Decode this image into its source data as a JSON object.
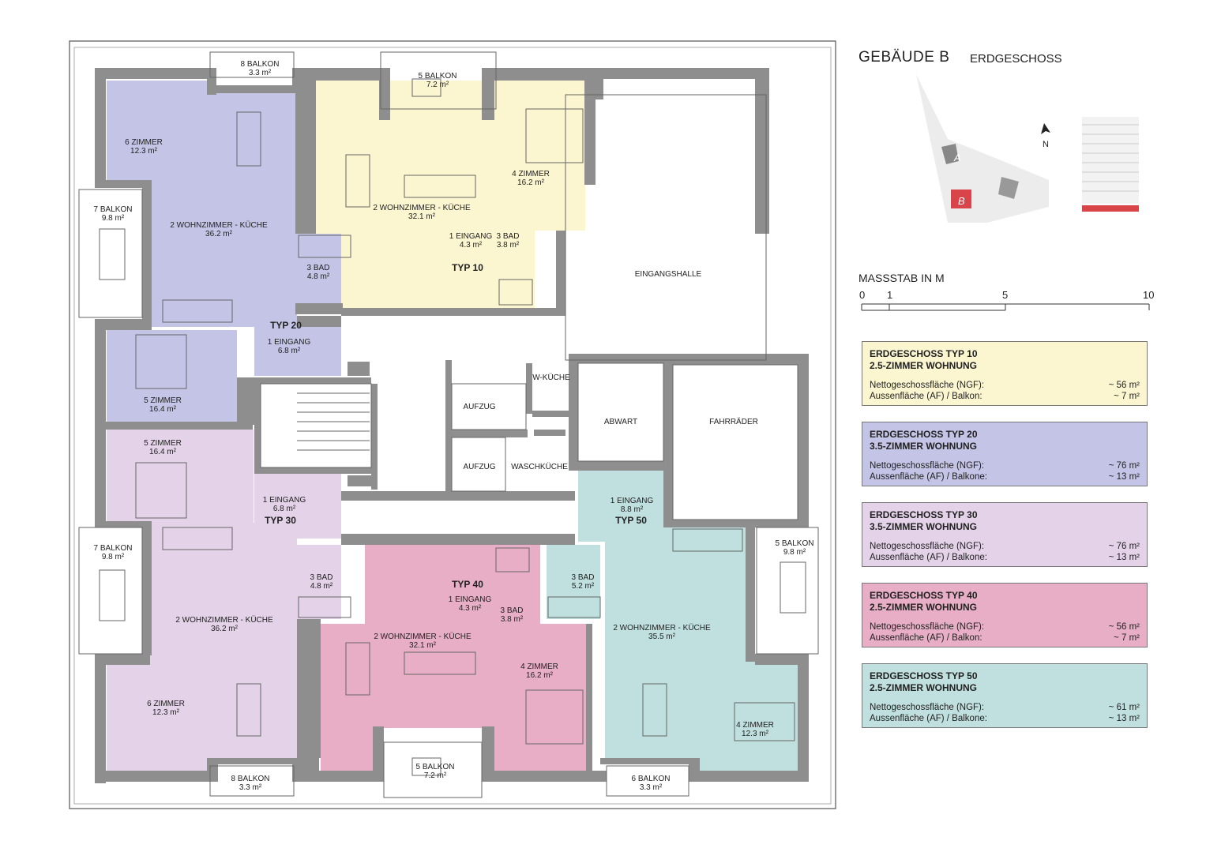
{
  "header": {
    "building": "GEBÄUDE B",
    "floor": "ERDGESCHOSS"
  },
  "site": {
    "building_a": "A",
    "building_b": "B",
    "north": "N"
  },
  "scale": {
    "title": "MASSSTAB IN M",
    "ticks": [
      "0",
      "1",
      "5",
      "10"
    ]
  },
  "colors": {
    "typ10": "#fbf6cf",
    "typ20": "#c3c4e6",
    "typ30": "#e3d2e8",
    "typ40": "#e8aec6",
    "typ50": "#bfe0de",
    "wall": "#8e8e8e",
    "highlight": "#d9444b"
  },
  "legend": [
    {
      "title": "ERDGESCHOSS TYP 10",
      "subtitle": "2.5-ZIMMER WOHNUNG",
      "ngf_label": "Nettogeschossfläche (NGF):",
      "ngf_value": "~ 56 m²",
      "af_label": "Aussenfläche (AF) / Balkon:",
      "af_value": "~ 7 m²",
      "color": "#fbf6cf"
    },
    {
      "title": "ERDGESCHOSS TYP 20",
      "subtitle": "3.5-ZIMMER WOHNUNG",
      "ngf_label": "Nettogeschossfläche (NGF):",
      "ngf_value": "~ 76 m²",
      "af_label": "Aussenfläche (AF) / Balkone:",
      "af_value": "~ 13 m²",
      "color": "#c3c4e6"
    },
    {
      "title": "ERDGESCHOSS TYP 30",
      "subtitle": "3.5-ZIMMER WOHNUNG",
      "ngf_label": "Nettogeschossfläche (NGF):",
      "ngf_value": "~ 76 m²",
      "af_label": "Aussenfläche (AF) / Balkone:",
      "af_value": "~ 13 m²",
      "color": "#e3d2e8"
    },
    {
      "title": "ERDGESCHOSS TYP 40",
      "subtitle": "2.5-ZIMMER WOHNUNG",
      "ngf_label": "Nettogeschossfläche (NGF):",
      "ngf_value": "~ 56 m²",
      "af_label": "Aussenfläche (AF) / Balkon:",
      "af_value": "~ 7 m²",
      "color": "#e8aec6"
    },
    {
      "title": "ERDGESCHOSS TYP 50",
      "subtitle": "2.5-ZIMMER WOHNUNG",
      "ngf_label": "Nettogeschossfläche (NGF):",
      "ngf_value": "~ 61 m²",
      "af_label": "Aussenfläche (AF) / Balkone:",
      "af_value": "~ 13 m²",
      "color": "#bfe0de"
    }
  ],
  "plan": {
    "typ10": "TYP 10",
    "typ20": "TYP 20",
    "typ30": "TYP 30",
    "typ40": "TYP 40",
    "typ50": "TYP 50",
    "t10_balkon": "5 BALKON",
    "t10_balkon_a": "7.2 m²",
    "t10_wohn": "2 WOHNZIMMER - KÜCHE",
    "t10_wohn_a": "32.1 m²",
    "t10_zimmer": "4 ZIMMER",
    "t10_zimmer_a": "16.2 m²",
    "t10_eingang": "1 EINGANG",
    "t10_eingang_a": "4.3 m²",
    "t10_bad": "3 BAD",
    "t10_bad_a": "3.8 m²",
    "t20_balkon8": "8 BALKON",
    "t20_balkon8_a": "3.3 m²",
    "t20_zimmer6": "6 ZIMMER",
    "t20_zimmer6_a": "12.3 m²",
    "t20_balkon7": "7 BALKON",
    "t20_balkon7_a": "9.8 m²",
    "t20_wohn": "2 WOHNZIMMER - KÜCHE",
    "t20_wohn_a": "36.2 m²",
    "t20_bad": "3 BAD",
    "t20_bad_a": "4.8 m²",
    "t20_eingang": "1 EINGANG",
    "t20_eingang_a": "6.8 m²",
    "t20_zimmer5": "5 ZIMMER",
    "t20_zimmer5_a": "16.4 m²",
    "t30_zimmer5": "5 ZIMMER",
    "t30_zimmer5_a": "16.4 m²",
    "t30_eingang": "1 EINGANG",
    "t30_eingang_a": "6.8 m²",
    "t30_balkon7": "7 BALKON",
    "t30_balkon7_a": "9.8 m²",
    "t30_bad": "3 BAD",
    "t30_bad_a": "4.8 m²",
    "t30_wohn": "2 WOHNZIMMER - KÜCHE",
    "t30_wohn_a": "36.2 m²",
    "t30_zimmer6": "6 ZIMMER",
    "t30_zimmer6_a": "12.3 m²",
    "t30_balkon8": "8 BALKON",
    "t30_balkon8_a": "3.3 m²",
    "t40_eingang": "1 EINGANG",
    "t40_eingang_a": "4.3 m²",
    "t40_bad": "3 BAD",
    "t40_bad_a": "3.8 m²",
    "t40_wohn": "2 WOHNZIMMER - KÜCHE",
    "t40_wohn_a": "32.1 m²",
    "t40_zimmer": "4 ZIMMER",
    "t40_zimmer_a": "16.2 m²",
    "t40_balkon": "5 BALKON",
    "t40_balkon_a": "7.2 m²",
    "t50_eingang": "1 EINGANG",
    "t50_eingang_a": "8.8 m²",
    "t50_bad": "3 BAD",
    "t50_bad_a": "5.2 m²",
    "t50_wohn": "2 WOHNZIMMER - KÜCHE",
    "t50_wohn_a": "35.5 m²",
    "t50_balkon5": "5 BALKON",
    "t50_balkon5_a": "9.8 m²",
    "t50_zimmer": "4 ZIMMER",
    "t50_zimmer_a": "12.3 m²",
    "t50_balkon6": "6 BALKON",
    "t50_balkon6_a": "3.3 m²",
    "eingangshalle": "EINGANGSHALLE",
    "aufzug1": "AUFZUG",
    "aufzug2": "AUFZUG",
    "wkueche": "W-KÜCHE",
    "waschkueche": "WASCHKÜCHE",
    "abwart": "ABWART",
    "fahrraeder": "FAHRRÄDER"
  }
}
